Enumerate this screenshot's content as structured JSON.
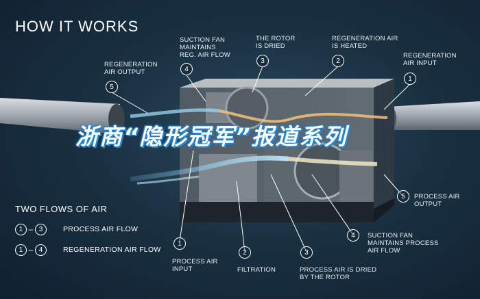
{
  "title": "HOW IT WORKS",
  "callouts": {
    "top_4": "SUCTION FAN\nMAINTAINS\nREG. AIR FLOW",
    "top_3": "THE ROTOR\nIS DRIED",
    "top_2": "REGENERATION AIR\nIS HEATED",
    "top_1": "REGENERATION\nAIR INPUT",
    "top_5": "REGENERATION\nAIR OUTPUT",
    "right_5": "PROCESS AIR\nOUTPUT",
    "right_4": "SUCTION FAN\nMAINTAINS PROCESS\nAIR FLOW",
    "bottom_1": "PROCESS AIR\nINPUT",
    "bottom_2": "FILTRATION",
    "bottom_3": "PROCESS AIR IS DRIED\nBY THE ROTOR"
  },
  "numbers": {
    "n1": "1",
    "n2": "2",
    "n3": "3",
    "n4": "4",
    "n5": "5"
  },
  "legend": {
    "title": "TWO FLOWS OF AIR",
    "rows": [
      {
        "from": "1",
        "to": "3",
        "label": "PROCESS AIR FLOW"
      },
      {
        "from": "1",
        "to": "4",
        "label": "REGENERATION AIR FLOW"
      }
    ],
    "dash": "–"
  },
  "watermark": "浙商“隐形冠军”报道系列",
  "colors": {
    "background": "#1a3142",
    "process_air": "#9fd8f5",
    "regeneration_air": "#f4c07a",
    "watermark_glow": "#1b7fd0"
  }
}
